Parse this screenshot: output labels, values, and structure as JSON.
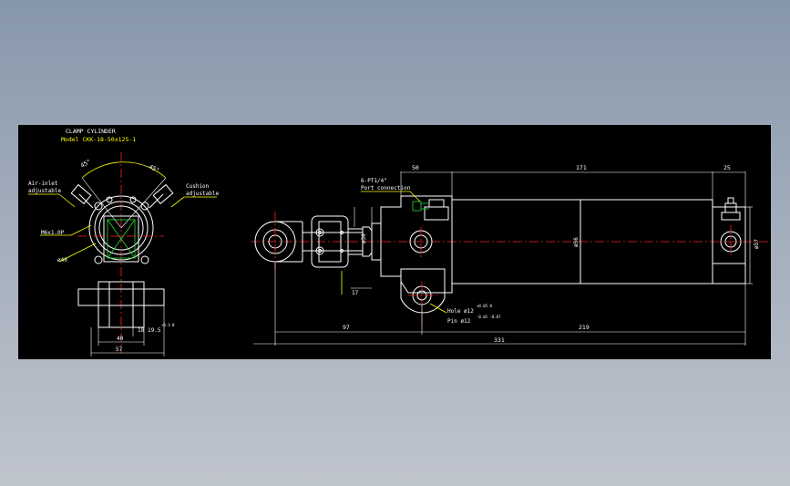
{
  "title_block": {
    "title": "CLAMP CYLINDER",
    "model": "Model CKK-18-50x125-1"
  },
  "labels": {
    "air_inlet_1": "Air-inlet",
    "air_inlet_2": "adjustable",
    "cushion_1": "Cushion",
    "cushion_2": "adjustable",
    "thread": "M6x1.0P",
    "angle_left": "45°",
    "angle_right": "45°",
    "pcd": "ø40",
    "bore_left": "18",
    "bore_right": "19.5",
    "bore_tol": "+0.3 0",
    "width_40": "40",
    "width_57": "57",
    "port_1": "6-PT1/4\"",
    "port_2": "Port connection",
    "dim_50": "50",
    "dim_171": "171",
    "dim_25": "25",
    "dim_phi30": "ø30",
    "dim_phi56": "ø56",
    "dim_phi57": "ø57",
    "dim_17": "17",
    "hole": "Hole ø12",
    "hole_tol": "+0.05 0",
    "pin": "Pin ø12",
    "pin_tol": "-0.05 -0.07",
    "dim_97": "97",
    "dim_219": "219",
    "dim_331": "331"
  },
  "colors": {
    "background_top": "#8797ab",
    "background_bottom": "#bfc4cd",
    "canvas": "#000000",
    "geometry": "#ffffff",
    "centerline": "#ff2020",
    "annotation": "#ffff00",
    "highlight": "#22dd33"
  }
}
